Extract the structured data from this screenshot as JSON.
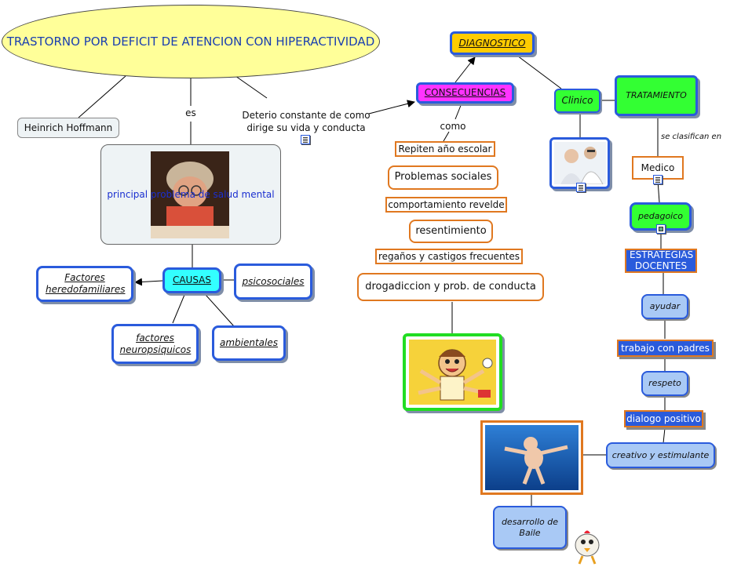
{
  "title": "TRASTORNO POR DEFICIT DE ATENCION CON HIPERACTIVIDAD",
  "left": {
    "hoffmann": "Heinrich Hoffmann",
    "es": "es",
    "principal": "principal problema de salud mental",
    "causas": "CAUSAS",
    "factores_hered": "Factores heredofamiliares",
    "psicosociales": "psicosociales",
    "neuropsiquicos": "factores neuropsiquicos",
    "ambientales": "ambientales"
  },
  "center": {
    "deterio": "Deterio constante de como dirige su vida y conducta",
    "consecuencias": "CONSECUENCIAS",
    "como": "como",
    "items": [
      "Repiten año escolar",
      "Problemas sociales",
      "comportamiento revelde",
      "resentimiento",
      "regaños y castigos frecuentes",
      "drogadiccion y prob. de conducta"
    ]
  },
  "right": {
    "diagnostico": "DIAGNOSTICO",
    "clinico": "Clinico",
    "tratamiento": "TRATAMIENTO",
    "se_clasifican": "se clasifican en",
    "medico": "Medico",
    "pedagoico": "pedagoico",
    "estrategias": "ESTRATEGIAS DOCENTES",
    "ayudar": "ayudar",
    "trabajo": "trabajo con padres",
    "respeto": "respeto",
    "dialogo": "dialogo positivo",
    "creativo": "creativo y estimulante",
    "desarrollo": "desarrollo de Baile"
  },
  "colors": {
    "ellipse": "#ffff99",
    "causas": "#33ffff",
    "consecuencias": "#ff33ff",
    "diagnostico": "#ffcc00",
    "green": "#33ff33",
    "blue_border": "#2a5bdc",
    "orange_border": "#e07820"
  },
  "icons": [
    "note-icon",
    "picture-icon",
    "child-image",
    "kid-cartoon-image",
    "doctors-image",
    "baby-underwater-image",
    "chicken-image"
  ]
}
